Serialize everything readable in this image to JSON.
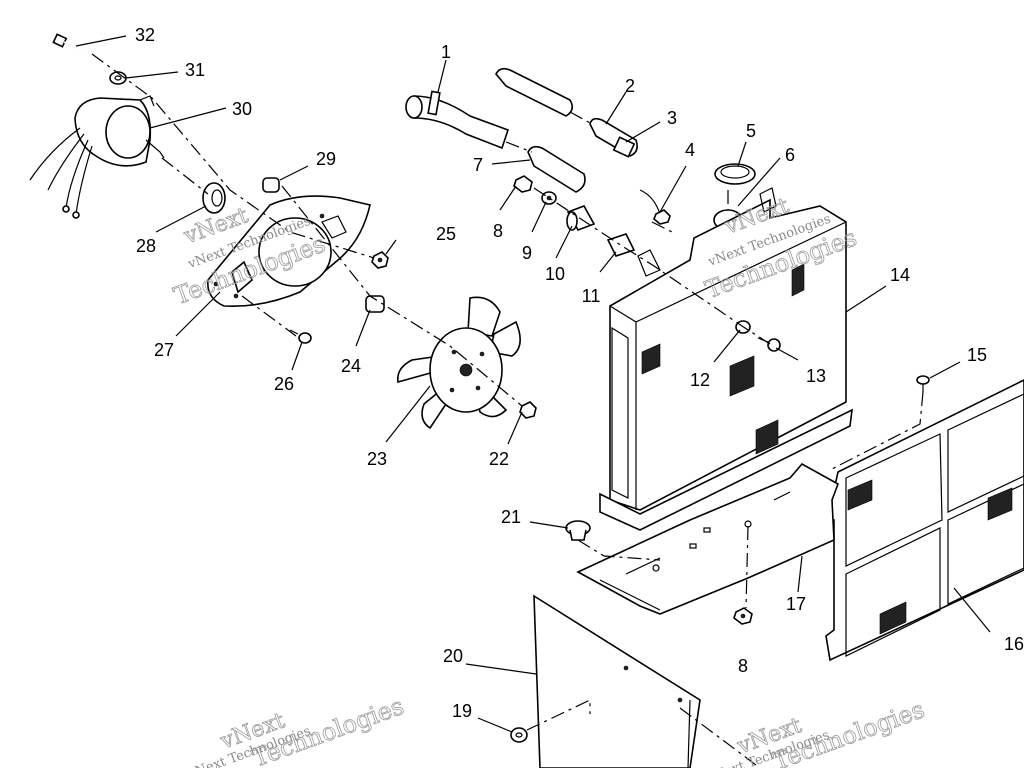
{
  "callouts": [
    {
      "n": "1"
    },
    {
      "n": "2"
    },
    {
      "n": "3"
    },
    {
      "n": "4"
    },
    {
      "n": "5"
    },
    {
      "n": "6"
    },
    {
      "n": "7"
    },
    {
      "n": "8"
    },
    {
      "n": "9"
    },
    {
      "n": "10"
    },
    {
      "n": "11"
    },
    {
      "n": "12"
    },
    {
      "n": "13"
    },
    {
      "n": "14"
    },
    {
      "n": "15"
    },
    {
      "n": "16"
    },
    {
      "n": "17"
    },
    {
      "n": "8"
    },
    {
      "n": "19"
    },
    {
      "n": "20"
    },
    {
      "n": "21"
    },
    {
      "n": "22"
    },
    {
      "n": "23"
    },
    {
      "n": "24"
    },
    {
      "n": "25"
    },
    {
      "n": "26"
    },
    {
      "n": "27"
    },
    {
      "n": "28"
    },
    {
      "n": "29"
    },
    {
      "n": "30"
    },
    {
      "n": "31"
    },
    {
      "n": "32"
    }
  ],
  "watermark": {
    "brand": "vNext",
    "company": "Technologies",
    "full": "vNext Technologies"
  }
}
